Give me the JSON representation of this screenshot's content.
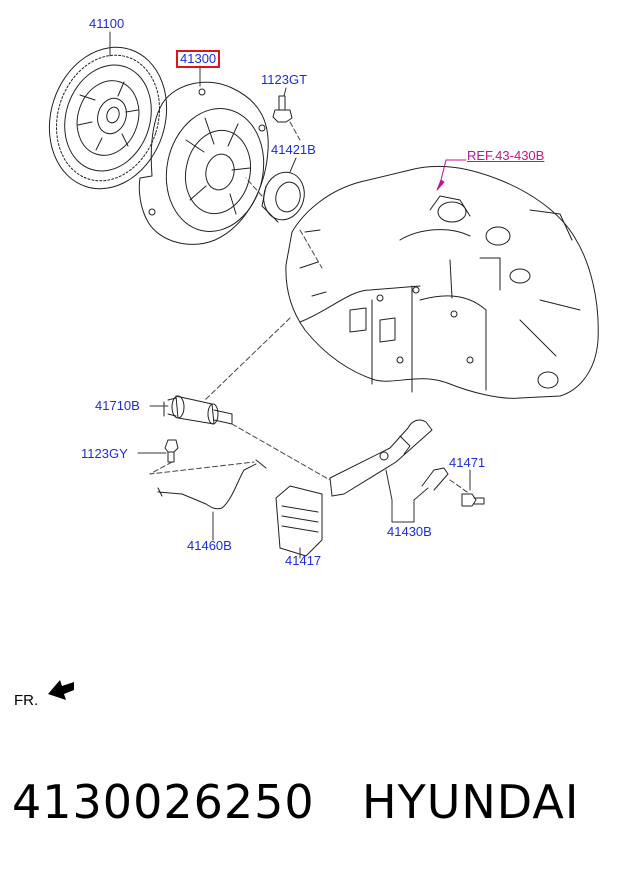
{
  "callouts": {
    "c41100": "41100",
    "c41300": "41300",
    "c1123gt": "1123GT",
    "c41421b": "41421B",
    "ref": "REF.43-430B",
    "c41710b": "41710B",
    "c1123gy": "1123GY",
    "c41460b": "41460B",
    "c41417": "41417",
    "c41471": "41471",
    "c41430b": "41430B"
  },
  "orientation": {
    "label": "FR.",
    "icon": "front-direction-arrow-icon"
  },
  "footer": {
    "part_number": "4130026250",
    "brand": "HYUNDAI"
  },
  "colors": {
    "callout_text": "#1a2fd6",
    "highlight_box": "#e0141c",
    "reference": "#c0158c",
    "line_art": "#222222"
  }
}
